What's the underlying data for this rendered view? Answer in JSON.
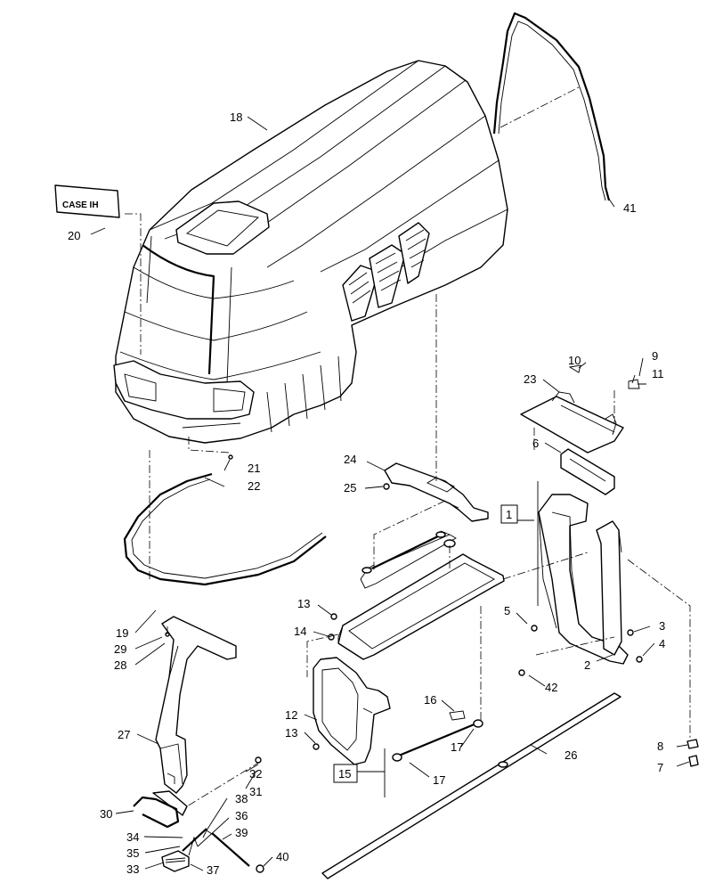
{
  "decal": {
    "text": "CASE IH"
  },
  "callouts": {
    "c1": "1",
    "c2": "2",
    "c3": "3",
    "c4": "4",
    "c5": "5",
    "c6": "6",
    "c7": "7",
    "c8": "8",
    "c9": "9",
    "c10": "10",
    "c11": "11",
    "c12": "12",
    "c13a": "13",
    "c13b": "13",
    "c14": "14",
    "c15": "15",
    "c16": "16",
    "c17a": "17",
    "c17b": "17",
    "c18": "18",
    "c19": "19",
    "c20": "20",
    "c21": "21",
    "c22": "22",
    "c23": "23",
    "c24": "24",
    "c25": "25",
    "c26": "26",
    "c27": "27",
    "c28": "28",
    "c29": "29",
    "c30": "30",
    "c31": "31",
    "c32": "32",
    "c33": "33",
    "c34": "34",
    "c35": "35",
    "c36": "36",
    "c37": "37",
    "c38": "38",
    "c39": "39",
    "c40": "40",
    "c41": "41",
    "c42": "42"
  }
}
